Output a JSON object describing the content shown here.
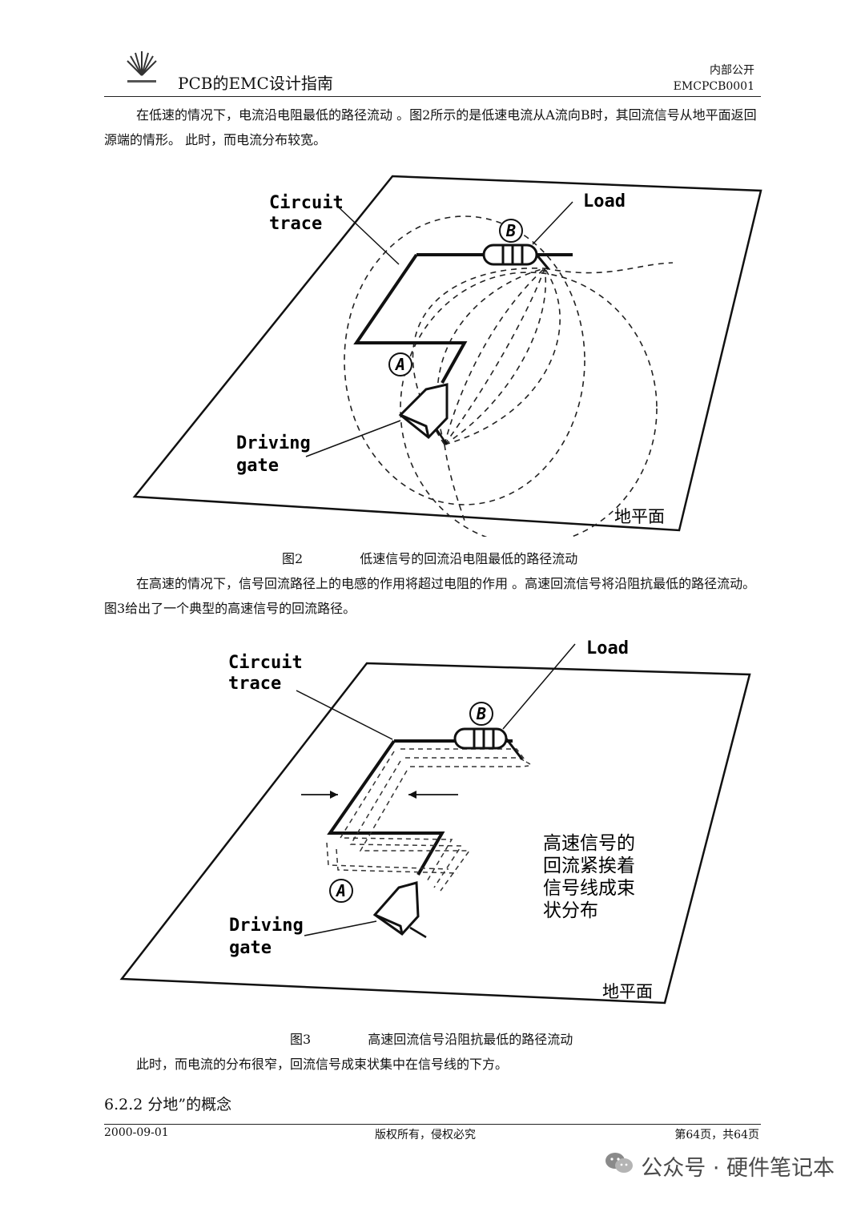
{
  "header": {
    "doc_title": "PCB的EMC设计指南",
    "classification": "内部公开",
    "doc_code": "EMCPCB0001"
  },
  "body": {
    "para1": "在低速的情况下，电流沿电阻最低的路径流动 。图2所示的是低速电流从A流向B时，其回流信号从地平面返回源端的情形。 此时，而电流分布较宽。",
    "para2": "在高速的情况下，信号回流路径上的电感的作用将超过电阻的作用 。高速回流信号将沿阻抗最低的路径流动。图3给出了一个典型的高速信号的回流路径。",
    "para3": "此时，而电流的分布很窄，回流信号成束状集中在信号线的下方。",
    "section_heading": "6.2.2 分地”的概念"
  },
  "figure2": {
    "label_circuit": "Circuit",
    "label_trace": "trace",
    "label_load": "Load",
    "label_b": "B",
    "label_a": "A",
    "label_driving": "Driving",
    "label_gate": "gate",
    "label_ground": "地平面",
    "caption_num": "图2",
    "caption_text": "低速信号的回流沿电阻最低的路径流动"
  },
  "figure3": {
    "label_circuit": "Circuit",
    "label_trace": "trace",
    "label_load": "Load",
    "label_b": "B",
    "label_a": "A",
    "label_driving": "Driving",
    "label_gate": "gate",
    "label_ground": "地平面",
    "note_line1": "高速信号的",
    "note_line2": "回流紧挨着",
    "note_line3": "信号线成束",
    "note_line4": "状分布",
    "caption_num": "图3",
    "caption_text": "高速回流信号沿阻抗最低的路径流动"
  },
  "footer": {
    "date": "2000-09-01",
    "copyright": "版权所有，侵权必究",
    "page": "第64页，共64页"
  },
  "watermark": {
    "text": "公众号 · 硬件笔记本",
    "icon": "wechat-icon"
  }
}
